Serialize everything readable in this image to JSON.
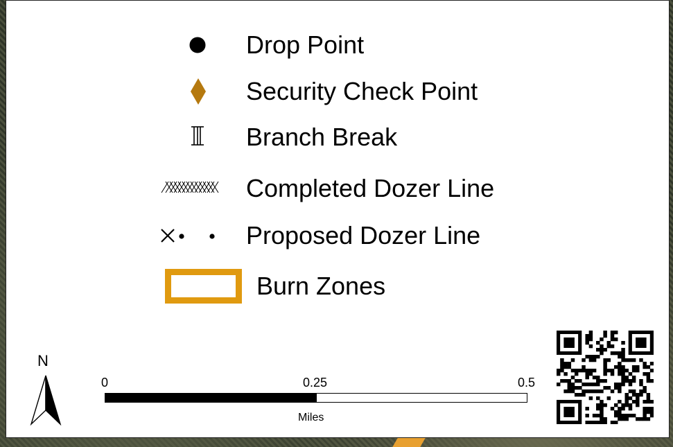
{
  "legend": {
    "items": [
      {
        "label": "Drop Point",
        "icon": "filled-circle-icon"
      },
      {
        "label": "Security Check Point",
        "icon": "diamond-icon",
        "color": "#b5790f"
      },
      {
        "label": "Branch Break",
        "icon": "branch-break-icon",
        "glyph": "II"
      },
      {
        "label": "Completed Dozer Line",
        "icon": "crosshatch-line-icon"
      },
      {
        "label": "Proposed Dozer Line",
        "icon": "x-dot-line-icon",
        "glyph": "×•  •"
      },
      {
        "label": "Burn Zones",
        "icon": "burn-zone-rectangle-icon",
        "color": "#e09a10"
      }
    ]
  },
  "scale_bar": {
    "tick_labels": [
      "0",
      "0.25",
      "0.5"
    ],
    "unit": "Miles"
  },
  "north_arrow": {
    "label": "N"
  },
  "qr_code": {
    "icon": "qr-code-icon"
  }
}
